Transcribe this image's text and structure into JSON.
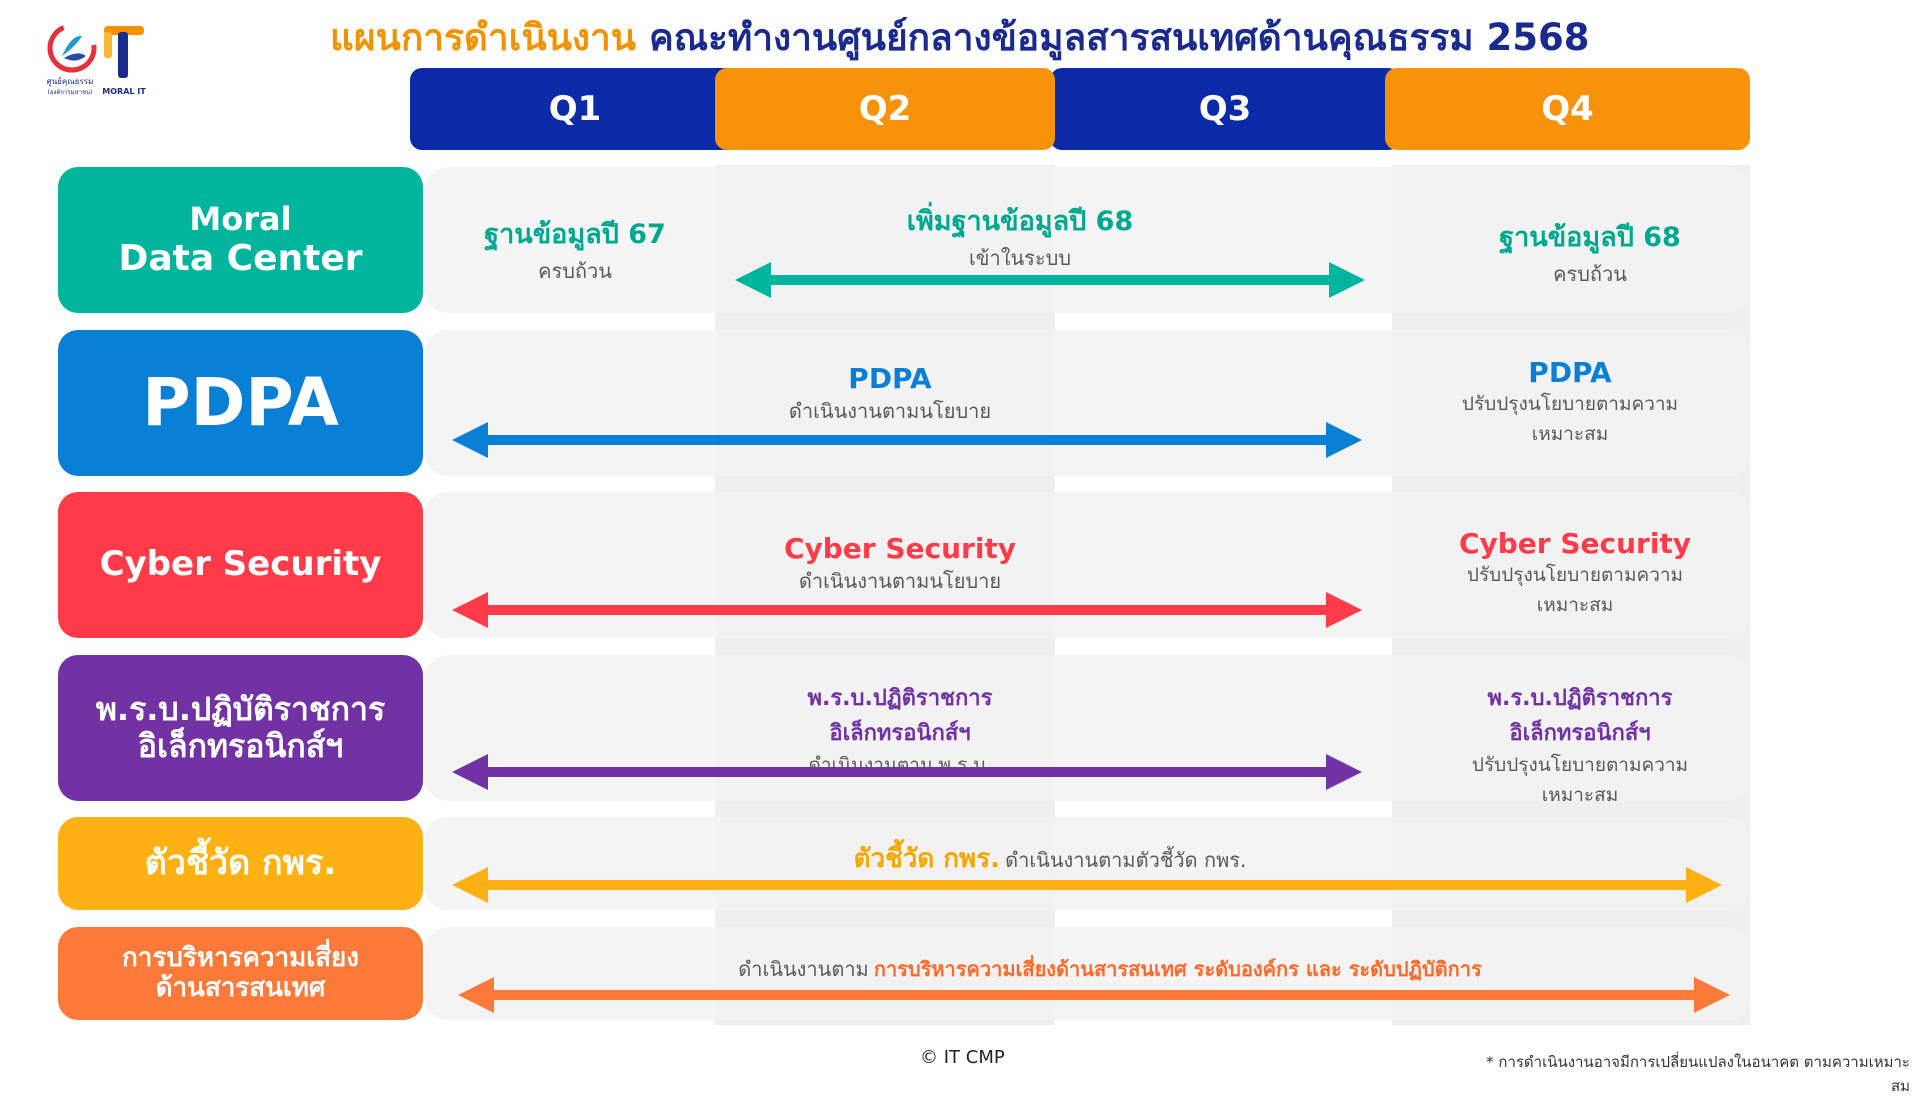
{
  "title": {
    "part1": "แผนการดำเนินงาน",
    "part2": "คณะทำงานศูนย์กลางข้อมูลสารสนเทศด้านคุณธรรม 2568"
  },
  "quarters": [
    "Q1",
    "Q2",
    "Q3",
    "Q4"
  ],
  "colors": {
    "blue": "#0a2aa8",
    "orange": "#f7920b",
    "teal": "#00b59b",
    "pdpa": "#0a7fd6",
    "cyber": "#ff3b4a",
    "purple": "#7133a3",
    "yellow": "#ffb012",
    "risk": "#fb7a3a"
  },
  "rows": {
    "moral": {
      "label_line1": "Moral",
      "label_line2": "Data Center",
      "q1_title": "ฐานข้อมูลปี 67",
      "q1_sub": "ครบถ้วน",
      "mid_title": "เพิ่มฐานข้อมูลปี 68",
      "mid_sub": "เข้าในระบบ",
      "q4_title": "ฐานข้อมูลปี 68",
      "q4_sub": "ครบถ้วน"
    },
    "pdpa": {
      "label": "PDPA",
      "mid_title": "PDPA",
      "mid_sub": "ดำเนินงานตามนโยบาย",
      "q4_title": "PDPA",
      "q4_sub1": "ปรับปรุงนโยบายตามความ",
      "q4_sub2": "เหมาะสม"
    },
    "cyber": {
      "label": "Cyber Security",
      "mid_title": "Cyber Security",
      "mid_sub": "ดำเนินงานตามนโยบาย",
      "q4_title": "Cyber Security",
      "q4_sub1": "ปรับปรุงนโยบายตามความ",
      "q4_sub2": "เหมาะสม"
    },
    "edoc": {
      "label_line1": "พ.ร.บ.ปฏิบัติราชการ",
      "label_line2": "อิเล็กทรอนิกส์ฯ",
      "mid_title1": "พ.ร.บ.ปฏิติราชการ",
      "mid_title2": "อิเล็กทรอนิกส์ฯ",
      "mid_sub": "ดำเนินงานตาม พ.ร.บ.",
      "q4_title1": "พ.ร.บ.ปฏิติราชการ",
      "q4_title2": "อิเล็กทรอนิกส์ฯ",
      "q4_sub1": "ปรับปรุงนโยบายตามความ",
      "q4_sub2": "เหมาะสม"
    },
    "kpi": {
      "label": "ตัวชี้วัด กพร.",
      "text_bold": "ตัวชี้วัด กพร.",
      "text_rest": "ดำเนินงานตามตัวชี้วัด กพร."
    },
    "risk": {
      "label_line1": "การบริหารความเสี่ยง",
      "label_line2": "ด้านสารสนเทศ",
      "text_prefix": "ดำเนินงานตาม",
      "text_bold": "การบริหารความเสี่ยงด้านสารสนเทศ ระดับองค์กร และ ระดับปฏิบัติการ"
    }
  },
  "logo": {
    "left_caption": "ศูนย์คุณธรรม",
    "left_sub": "(องค์การมหาชน)",
    "right_caption": "MORAL IT"
  },
  "copyright": "© IT CMP",
  "footnote": "* การดำเนินงานอาจมีการเปลี่ยนแปลงในอนาคต ตามความเหมาะสม"
}
